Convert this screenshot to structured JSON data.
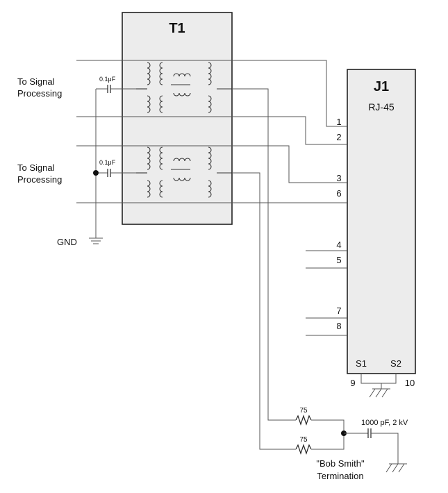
{
  "transformer": {
    "ref": "T1"
  },
  "connector": {
    "ref": "J1",
    "type": "RJ-45",
    "pins": [
      "1",
      "2",
      "3",
      "6",
      "4",
      "5",
      "7",
      "8"
    ],
    "shield_labels": [
      "S1",
      "S2"
    ],
    "shield_pins": [
      "9",
      "10"
    ]
  },
  "signal_labels": [
    {
      "line1": "To Signal",
      "line2": "Processing"
    },
    {
      "line1": "To Signal",
      "line2": "Processing"
    }
  ],
  "capacitor_labels": [
    "0.1μF",
    "0.1μF"
  ],
  "ground_label": "GND",
  "resistor_labels": [
    "75",
    "75"
  ],
  "hv_cap_label": "1000 pF, 2 kV",
  "termination": {
    "line1": "\"Bob Smith\"",
    "line2": "Termination"
  }
}
